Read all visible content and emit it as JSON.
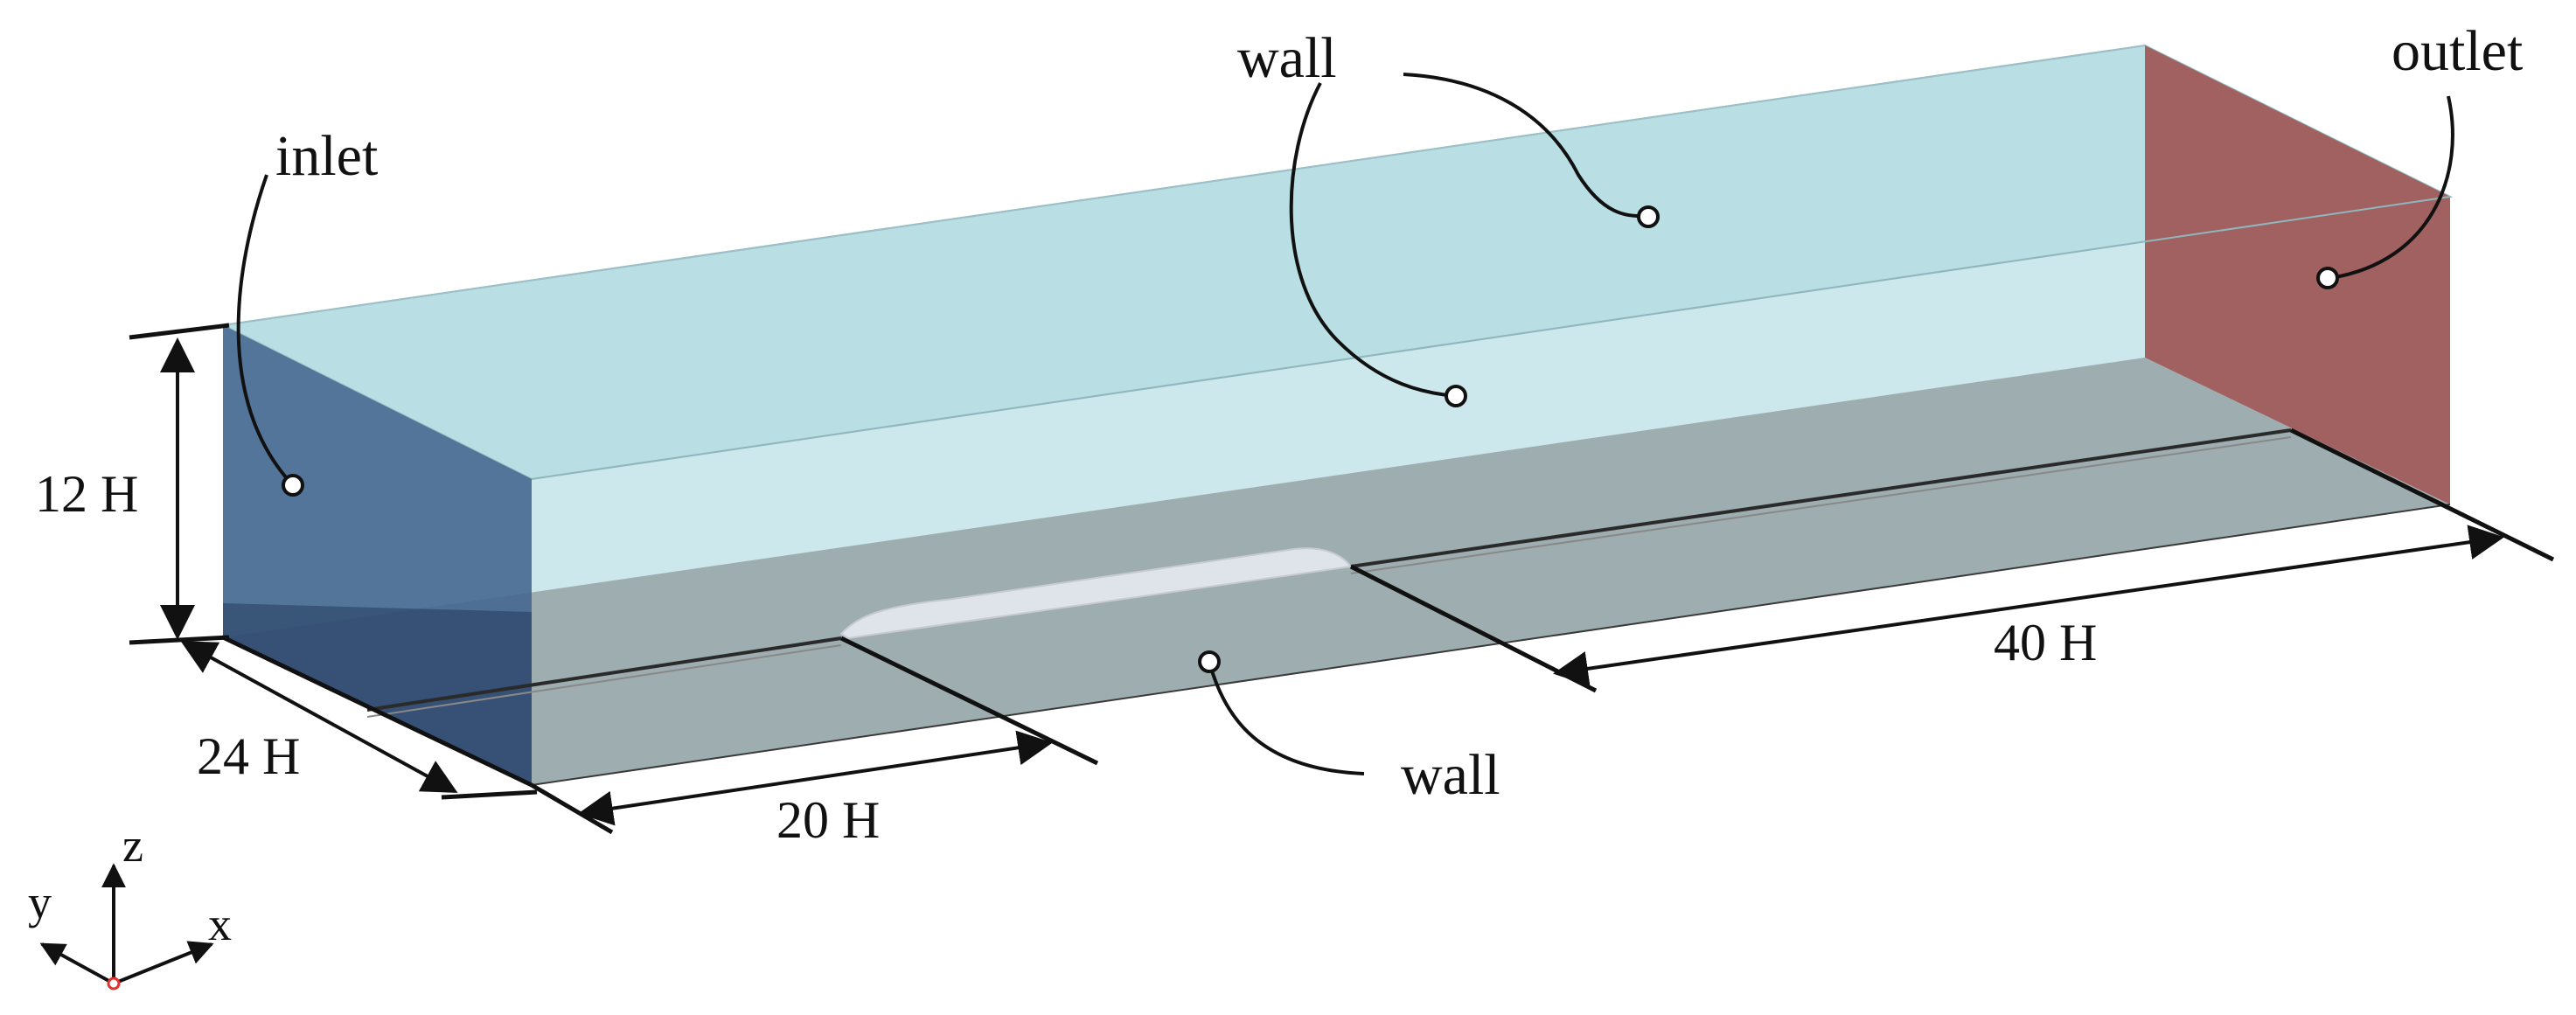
{
  "labels": {
    "inlet": "inlet",
    "outlet": "outlet",
    "wall_top": "wall",
    "wall_bottom": "wall"
  },
  "dimensions": {
    "height": "12 H",
    "width": "24 H",
    "upstream_length": "20 H",
    "downstream_length": "40 H"
  },
  "axes": {
    "x": "x",
    "y": "y",
    "z": "z"
  },
  "colors": {
    "inlet_face": "#4e6f96",
    "outlet_face": "#a26161",
    "wall_faces": "#bfe0e6",
    "floor": "#5f5f5f",
    "bump": "#dfe3ea",
    "axis_origin": "#e03030"
  }
}
